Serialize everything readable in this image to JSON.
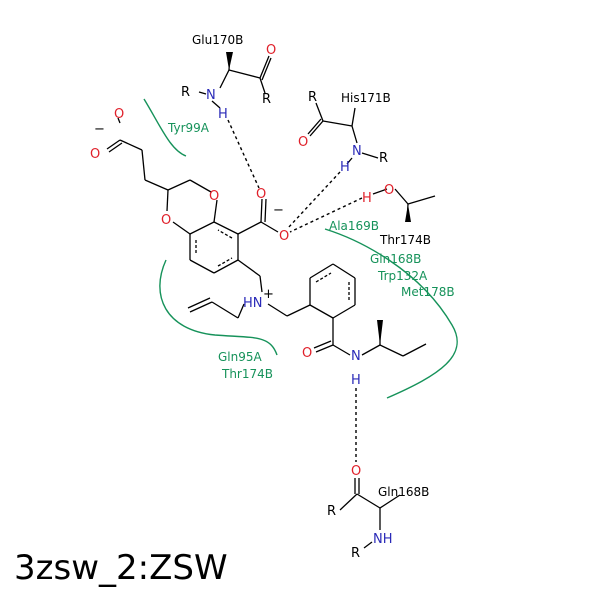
{
  "title": "3zsw_2:ZSW",
  "colors": {
    "carbon": "#000000",
    "oxygen": "#e0202a",
    "nitrogen": "#2a2ab8",
    "hydrophobic": "#16925a"
  },
  "residues": {
    "glu170b": "Glu170B",
    "his171b": "His171B",
    "thr174b_top": "Thr174B",
    "gln168b_bottom": "Gln168B",
    "tyr99a": "Tyr99A",
    "ala169b": "Ala169B",
    "gln168b_contact": "Gln168B",
    "trp132a": "Trp132A",
    "met178b": "Met178B",
    "gln95a": "Gln95A",
    "thr174b_contact": "Thr174B"
  },
  "atoms": {
    "o": "O",
    "n": "N",
    "h": "H",
    "r": "R",
    "nh": "NH",
    "nplus": "N",
    "plus": "+",
    "minus": "−"
  }
}
